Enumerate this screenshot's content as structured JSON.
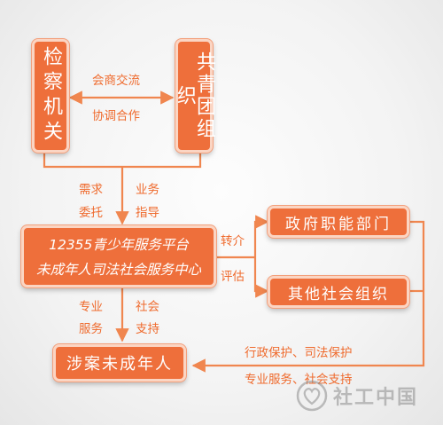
{
  "nodes": {
    "procuratorate": "检察机关",
    "youth_league": "共青团组织",
    "platform_line1": "12355青少年服务平台",
    "platform_line2": "未成年人司法社会服务中心",
    "gov_departments": "政府职能部门",
    "other_orgs": "其他社会组织",
    "minors": "涉案未成年人"
  },
  "labels": {
    "consult": "会商交流",
    "coordinate": "协调合作",
    "demand": "需求",
    "entrust": "委托",
    "business": "业务",
    "guidance": "指导",
    "referral": "转介",
    "evaluation": "评估",
    "professional": "专业",
    "service": "服务",
    "social": "社会",
    "support": "支持",
    "protection": "行政保护、司法保护",
    "pro_service_support": "专业服务、社会支持"
  },
  "watermark": {
    "text": "社工中国",
    "icon": "heart-logo-icon"
  },
  "colors": {
    "box_fill": "#ee6f3b",
    "line": "#f0864f",
    "label": "#ef6b2e"
  }
}
